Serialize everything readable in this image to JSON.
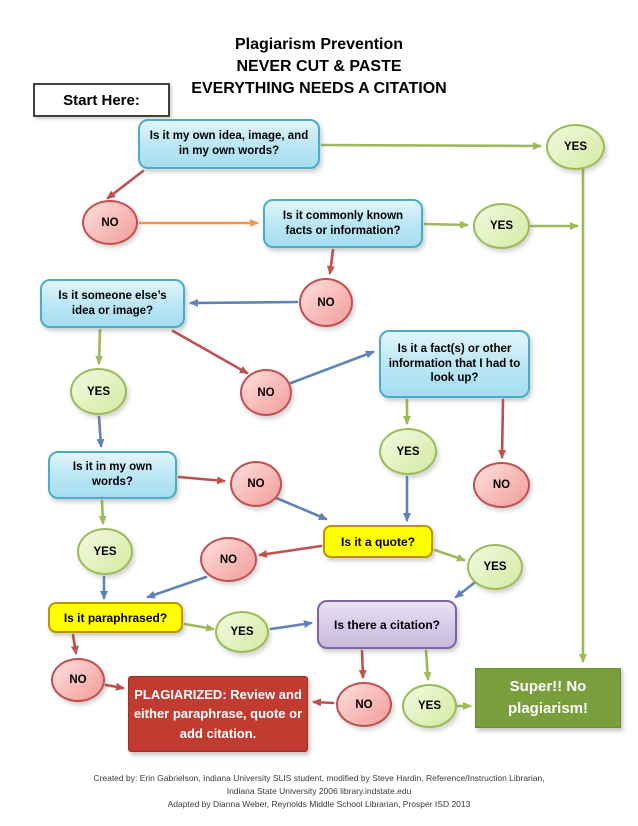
{
  "title": {
    "lines": [
      "Plagiarism Prevention",
      "NEVER CUT & PASTE",
      "EVERYTHING NEEDS A CITATION"
    ]
  },
  "start": {
    "label": "Start Here:"
  },
  "labels": {
    "yes": "YES",
    "no": "NO"
  },
  "questions": {
    "own_idea": "Is it my own idea, image, and in my own words?",
    "commonly_known": "Is it commonly known facts or information?",
    "someone_elses": "Is it someone else’s idea or image?",
    "fact_look_up": "Is it a fact(s) or other information that I had to look up?",
    "own_words": "Is it in my own words?",
    "quote": "Is it a quote?",
    "paraphrased": "Is it paraphrased?",
    "citation": "Is there a citation?"
  },
  "outcomes": {
    "plagiarized": "PLAGIARIZED:  Review and either paraphrase, quote or add citation.",
    "no_plagiarism": "Super!!  No plagiarism!"
  },
  "footer": {
    "lines": [
      "Created by: Erin Gabrielson, Indiana University SLIS student, modified by Steve Hardin, Reference/Instruction Librarian,",
      "Indiana State University 2006 library.indstate.edu",
      "Adapted by Dianna Weber, Reynolds Middle School Librarian, Prosper ISD 2013"
    ]
  },
  "colors": {
    "question_fill": "#bfe8f5",
    "question_border": "#4bacc6",
    "yes_fill": "#ddefb4",
    "yes_border": "#9bbb59",
    "no_fill": "#f6b0ad",
    "no_border": "#c0504d",
    "quote_fill": "#ffff00",
    "quote_border": "#bf9000",
    "citation_fill": "#d3c8e5",
    "citation_border": "#8064a2",
    "plagiarized_fill": "#c13b31",
    "no_plagiarism_fill": "#7a9e3b",
    "arrow_green": "#9bbb59",
    "arrow_red": "#c0504d",
    "arrow_blue": "#5f83b9",
    "arrow_orange": "#f79646"
  }
}
